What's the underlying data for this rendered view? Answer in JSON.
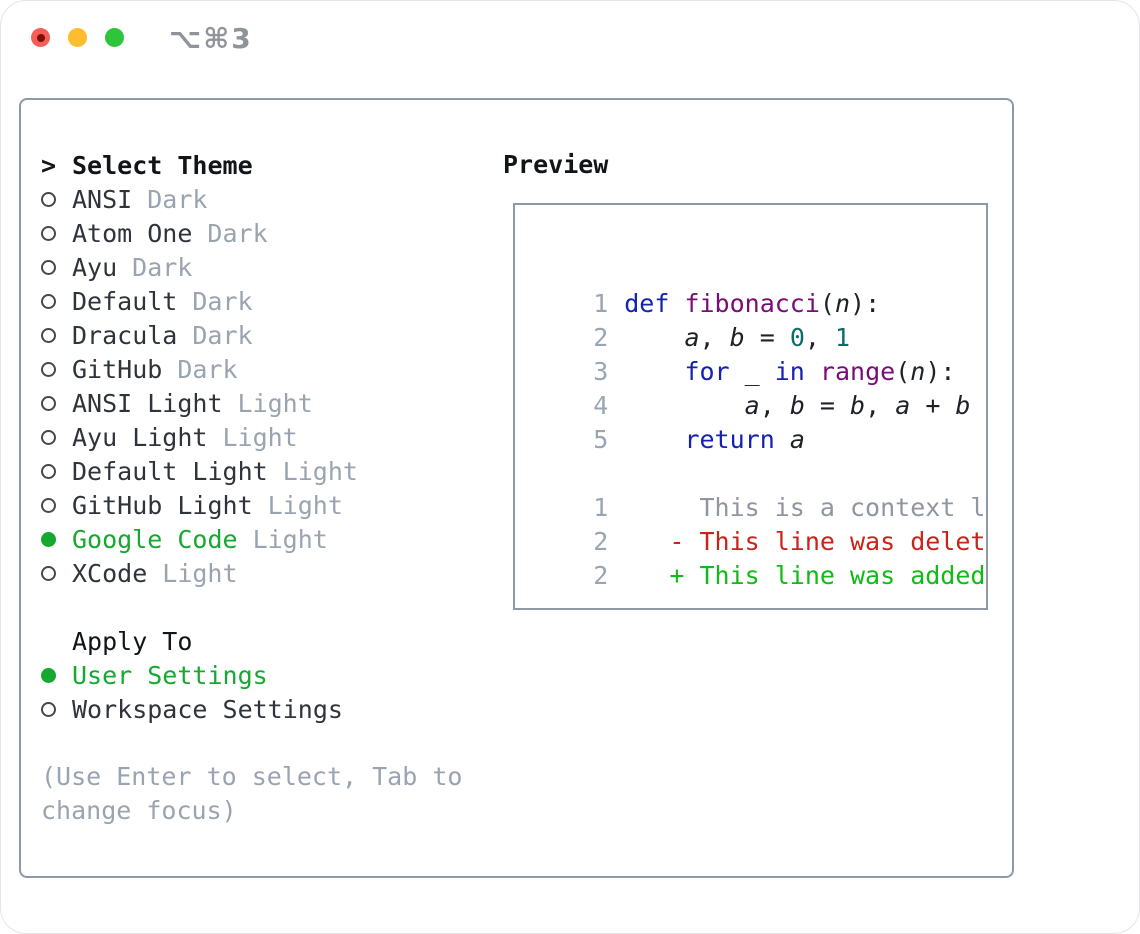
{
  "window": {
    "title": "⌥⌘3"
  },
  "theme_picker": {
    "header": {
      "marker": ">",
      "label": "Select Theme"
    },
    "items": [
      {
        "name": "ANSI",
        "variant": "Dark",
        "selected": false
      },
      {
        "name": "Atom One",
        "variant": "Dark",
        "selected": false
      },
      {
        "name": "Ayu",
        "variant": "Dark",
        "selected": false
      },
      {
        "name": "Default",
        "variant": "Dark",
        "selected": false
      },
      {
        "name": "Dracula",
        "variant": "Dark",
        "selected": false
      },
      {
        "name": "GitHub",
        "variant": "Dark",
        "selected": false
      },
      {
        "name": "ANSI Light",
        "variant": "Light",
        "selected": false
      },
      {
        "name": "Ayu Light",
        "variant": "Light",
        "selected": false
      },
      {
        "name": "Default Light",
        "variant": "Light",
        "selected": false
      },
      {
        "name": "GitHub Light",
        "variant": "Light",
        "selected": false
      },
      {
        "name": "Google Code",
        "variant": "Light",
        "selected": true
      },
      {
        "name": "XCode",
        "variant": "Light",
        "selected": false
      }
    ],
    "apply_to": {
      "label": "Apply To",
      "options": [
        {
          "label": "User Settings",
          "selected": true
        },
        {
          "label": "Workspace Settings",
          "selected": false
        }
      ]
    },
    "help": "(Use Enter to select, Tab to change focus)"
  },
  "preview": {
    "label": "Preview",
    "code_lines": [
      {
        "num": "1",
        "tokens": [
          {
            "t": "def",
            "c": "keyword"
          },
          {
            "t": " "
          },
          {
            "t": "fibonacci",
            "c": "function"
          },
          {
            "t": "("
          },
          {
            "t": "n",
            "c": "variable"
          },
          {
            "t": "):"
          }
        ]
      },
      {
        "num": "2",
        "tokens": [
          {
            "t": "    "
          },
          {
            "t": "a",
            "c": "variable"
          },
          {
            "t": ", "
          },
          {
            "t": "b",
            "c": "variable"
          },
          {
            "t": " = "
          },
          {
            "t": "0",
            "c": "literal"
          },
          {
            "t": ", "
          },
          {
            "t": "1",
            "c": "literal"
          }
        ]
      },
      {
        "num": "3",
        "tokens": [
          {
            "t": "    "
          },
          {
            "t": "for",
            "c": "keyword"
          },
          {
            "t": " _ "
          },
          {
            "t": "in",
            "c": "keyword"
          },
          {
            "t": " "
          },
          {
            "t": "range",
            "c": "function"
          },
          {
            "t": "("
          },
          {
            "t": "n",
            "c": "variable"
          },
          {
            "t": "):"
          }
        ]
      },
      {
        "num": "4",
        "tokens": [
          {
            "t": "        "
          },
          {
            "t": "a",
            "c": "variable"
          },
          {
            "t": ", "
          },
          {
            "t": "b",
            "c": "variable"
          },
          {
            "t": " = "
          },
          {
            "t": "b",
            "c": "variable"
          },
          {
            "t": ", "
          },
          {
            "t": "a",
            "c": "variable"
          },
          {
            "t": " + "
          },
          {
            "t": "b",
            "c": "variable"
          }
        ]
      },
      {
        "num": "5",
        "tokens": [
          {
            "t": "    "
          },
          {
            "t": "return",
            "c": "keyword"
          },
          {
            "t": " "
          },
          {
            "t": "a",
            "c": "variable"
          }
        ]
      }
    ],
    "diff_lines": [
      {
        "num": "1",
        "kind": "context",
        "text": "     This is a context line."
      },
      {
        "num": "2",
        "kind": "deleted",
        "text": "   - This line was deleted."
      },
      {
        "num": "2",
        "kind": "added",
        "text": "   + This line was added."
      }
    ]
  },
  "colors": {
    "accent_green": "#16a930",
    "added_green": "#0fbc15",
    "deleted_red": "#c9231a",
    "keyword_blue": "#1521b0",
    "function_purple": "#780d78",
    "literal_teal": "#0c6c6c",
    "muted_gray": "#9aa4b1",
    "text_dark": "#2f343b",
    "heading_black": "#111418",
    "border_gray": "#8f99a6",
    "traffic_red": "#f55e56",
    "traffic_yellow": "#fdbd2e",
    "traffic_green": "#2ec53c"
  }
}
